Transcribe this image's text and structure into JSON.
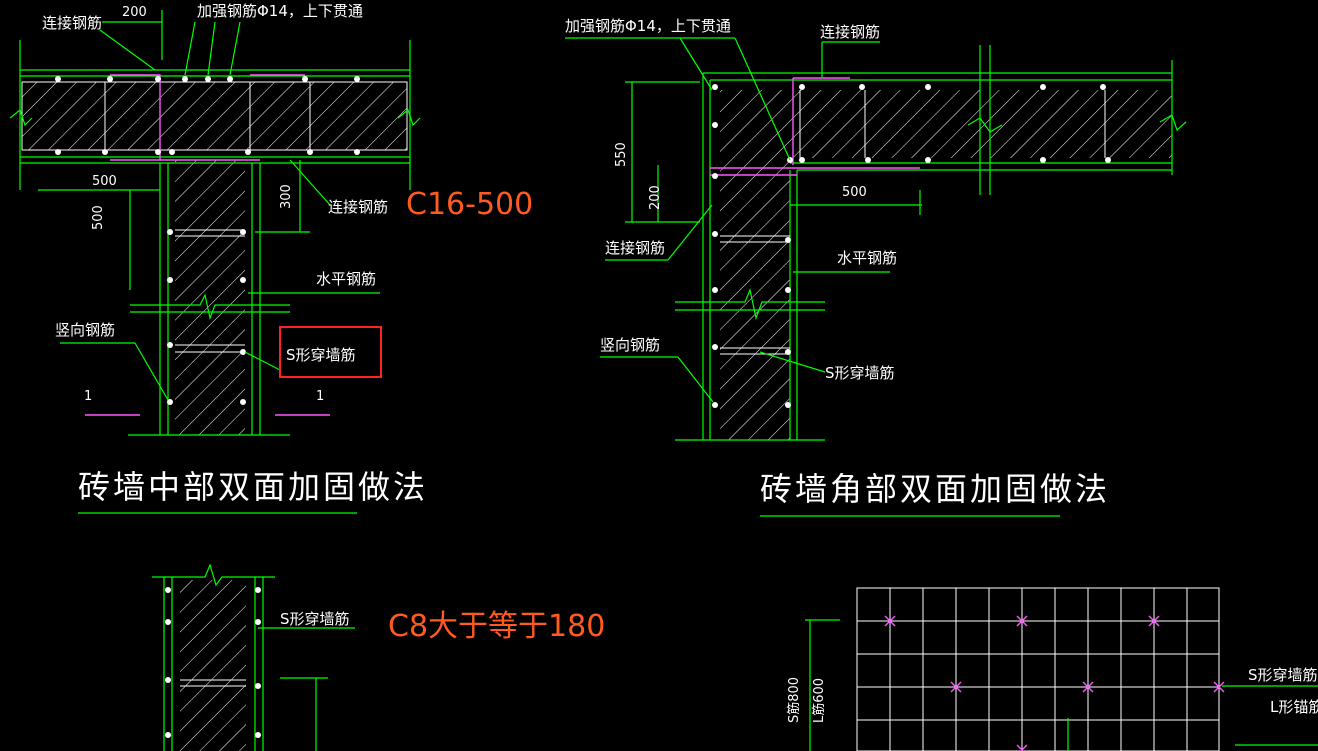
{
  "labels": {
    "connect_rebar": "连接钢筋",
    "reinforce_rebar": "加强钢筋Φ14，上下贯通",
    "horizontal_rebar": "水平钢筋",
    "vertical_rebar": "竖向钢筋",
    "s_tie": "S形穿墙筋",
    "l_anchor": "L形锚筋",
    "section_mark": "1",
    "s_spacing": "S筋800",
    "l_spacing": "L筋600"
  },
  "dims": {
    "d200": "200",
    "d500": "500",
    "d300": "300",
    "d550": "550"
  },
  "titles": {
    "middle": "砖墙中部双面加固做法",
    "corner": "砖墙角部双面加固做法"
  },
  "annotations": {
    "c16": "C16-500",
    "c8": "C8大于等于180"
  },
  "colors": {
    "background": "#000000",
    "line_green": "#00ff00",
    "rebar_magenta": "#ff55ff",
    "annotation_orange": "#ff5a1f",
    "highlight_red": "#ff2222"
  }
}
